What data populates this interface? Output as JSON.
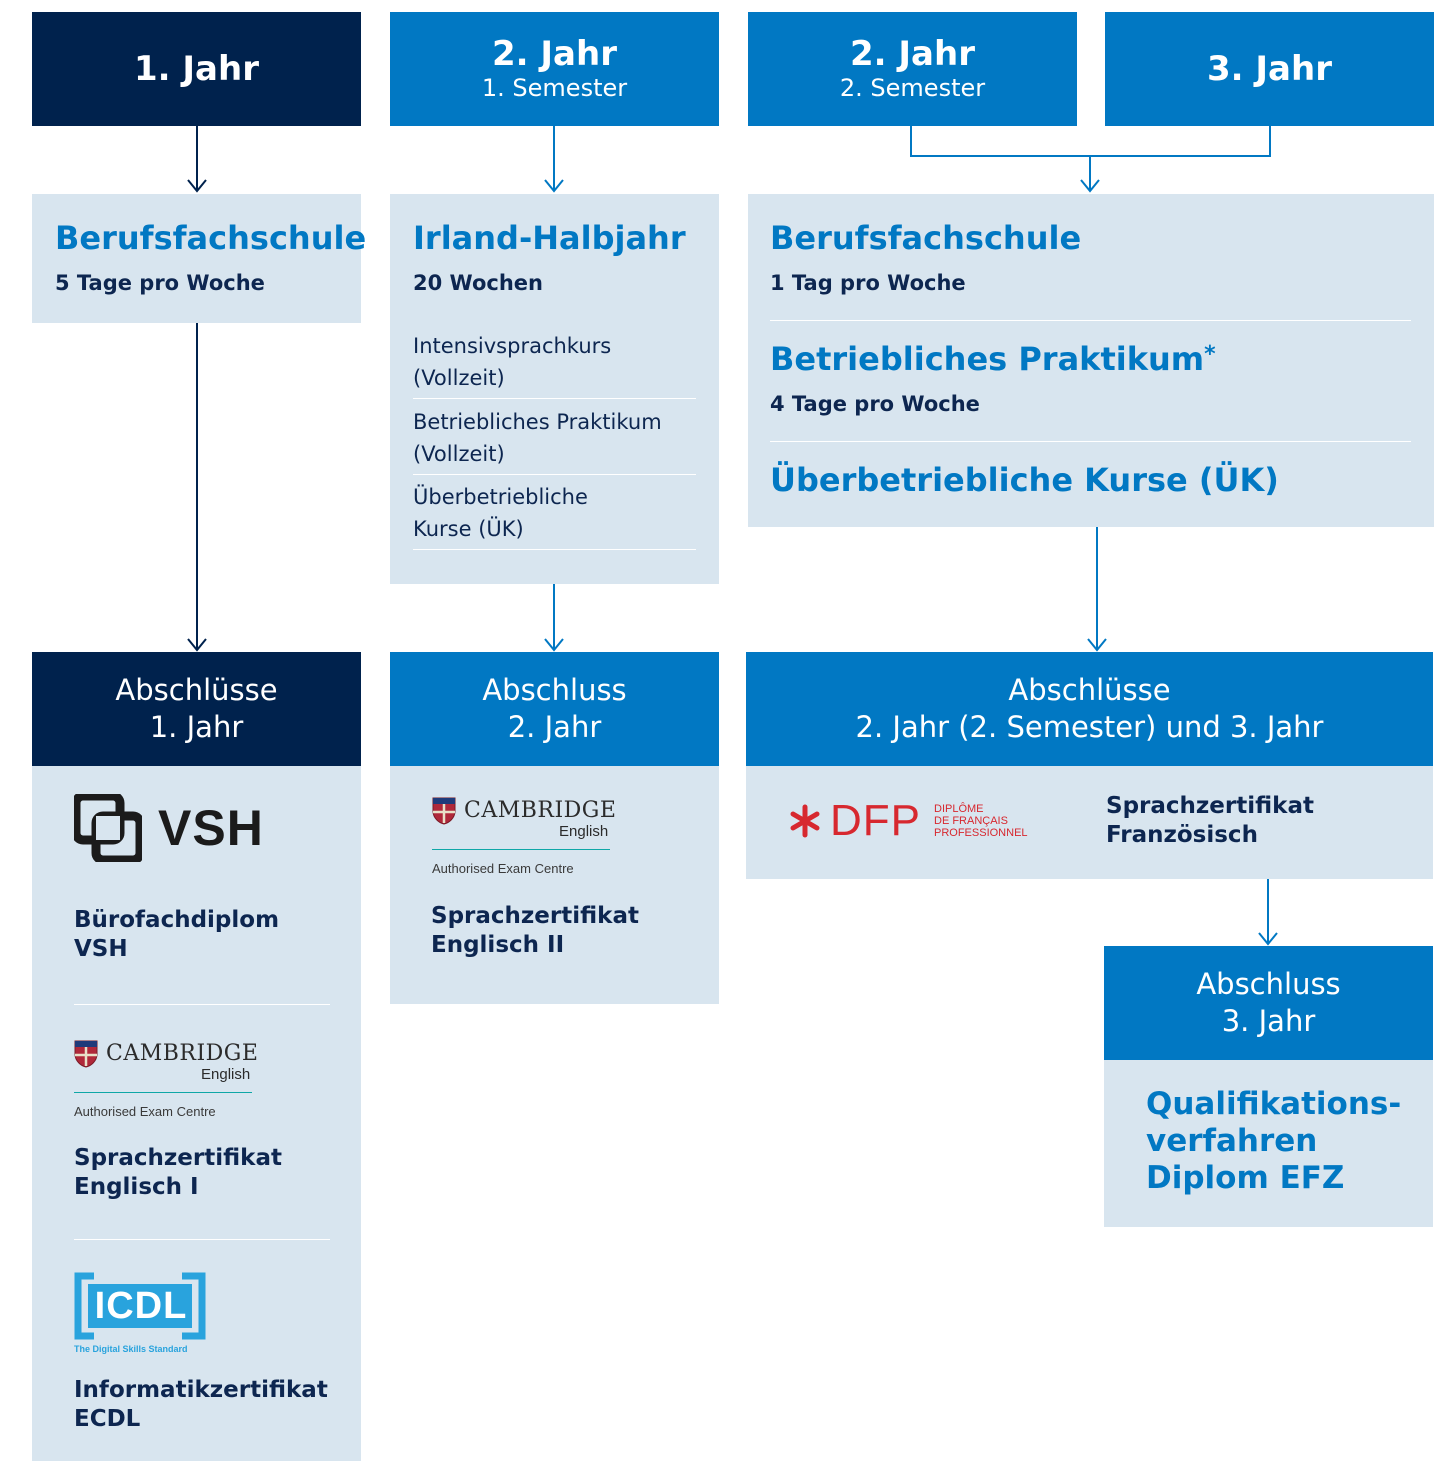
{
  "columns": {
    "year1": {
      "header": {
        "year": "1. Jahr"
      },
      "phase": {
        "title": "Berufsfachschule",
        "subtitle": "5 Tage pro Woche"
      },
      "result": {
        "line1": "Abschlüsse",
        "line2": "1. Jahr"
      },
      "certificates": [
        {
          "logo_text": "VSH",
          "label_line1": "Bürofachdiplom",
          "label_line2": "VSH"
        },
        {
          "logo_name": "CAMBRIDGE",
          "logo_sub": "English",
          "logo_auth": "Authorised Exam Centre",
          "label_line1": "Sprachzertifikat",
          "label_line2": "Englisch I"
        },
        {
          "logo_text": "ICDL",
          "logo_tagline": "The Digital Skills Standard",
          "label_line1": "Informatikzertifikat",
          "label_line2": "ECDL"
        }
      ]
    },
    "year2_sem1": {
      "header": {
        "year": "2. Jahr",
        "semester": "1. Semester"
      },
      "phase": {
        "title": "Irland-Halbjahr",
        "subtitle": "20 Wochen",
        "items": [
          {
            "line1": "Intensivsprachkurs",
            "line2": "(Vollzeit)"
          },
          {
            "line1": "Betriebliches Praktikum",
            "line2": "(Vollzeit)"
          },
          {
            "line1": "Überbetriebliche",
            "line2": "Kurse (ÜK)"
          }
        ]
      },
      "result": {
        "line1": "Abschluss",
        "line2": "2. Jahr"
      },
      "certificates": [
        {
          "logo_name": "CAMBRIDGE",
          "logo_sub": "English",
          "logo_auth": "Authorised Exam Centre",
          "label_line1": "Sprachzertifikat",
          "label_line2": "Englisch II"
        }
      ]
    },
    "year2_sem2": {
      "header": {
        "year": "2. Jahr",
        "semester": "2. Semester"
      }
    },
    "year3": {
      "header": {
        "year": "3. Jahr"
      },
      "phase": {
        "sections": [
          {
            "title": "Berufsfachschule",
            "subtitle": "1 Tag pro Woche"
          },
          {
            "title": "Betriebliches Praktikum",
            "asterisk": "*",
            "subtitle": "4 Tage pro Woche"
          },
          {
            "title": "Überbetriebliche Kurse (ÜK)"
          }
        ]
      },
      "result": {
        "line1": "Abschlüsse",
        "line2": "2. Jahr (2. Semester) und 3. Jahr"
      },
      "certificates": [
        {
          "logo_text": "DFP",
          "logo_small1": "DIPLÔME",
          "logo_small2": "DE FRANÇAIS",
          "logo_small3": "PROFESSIONNEL",
          "label_line1": "Sprachzertifikat",
          "label_line2": "Französisch"
        }
      ],
      "final": {
        "line1": "Abschluss",
        "line2": "3. Jahr",
        "label_line1": "Qualifikations-",
        "label_line2": "verfahren",
        "label_line3": "Diplom EFZ"
      }
    }
  },
  "colors": {
    "dark_navy": "#00224d",
    "blue": "#0178c3",
    "light_panel": "#d8e5ef",
    "text_navy": "#0d2650",
    "dfp_red": "#d7282f",
    "icdl_blue": "#29a3dd"
  }
}
